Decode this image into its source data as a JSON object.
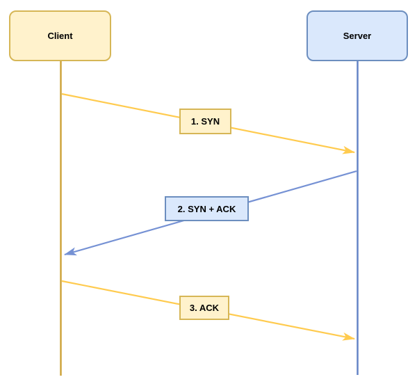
{
  "actors": [
    {
      "id": "client",
      "label": "Client"
    },
    {
      "id": "server",
      "label": "Server"
    }
  ],
  "messages": [
    {
      "label": "1. SYN",
      "from": "Client",
      "to": "Server"
    },
    {
      "label": "2. SYN + ACK",
      "from": "Server",
      "to": "Client"
    },
    {
      "label": "3. ACK",
      "from": "Client",
      "to": "Server"
    }
  ],
  "colors": {
    "background": "#FFFFFF",
    "client_box_fill": "#FFF2CC",
    "client_box_stroke": "#D6B656",
    "server_box_fill": "#DAE8FC",
    "server_box_stroke": "#6C8EBF",
    "client_lifeline": "#CDA43C",
    "server_lifeline": "#6383C5",
    "client_message_arrow": "#FFCB4F",
    "server_message_arrow": "#7591D4",
    "text": "#000000"
  }
}
